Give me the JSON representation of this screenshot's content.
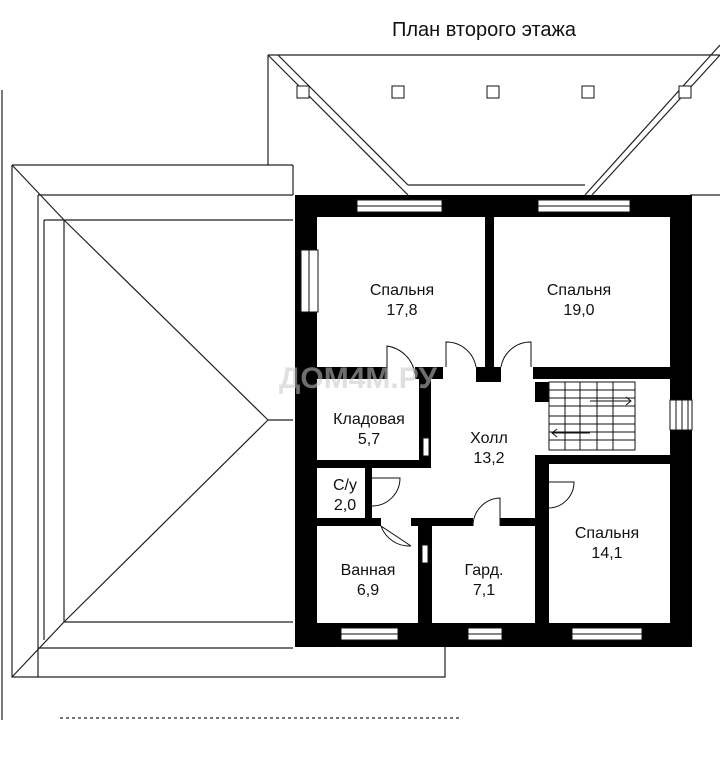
{
  "title": "План второго этажа",
  "watermark": "ДОМ4М.РУ",
  "rooms": [
    {
      "name": "Спальня",
      "area": "17,8"
    },
    {
      "name": "Спальня",
      "area": "19,0"
    },
    {
      "name": "Кладовая",
      "area": "5,7"
    },
    {
      "name": "Холл",
      "area": "13,2"
    },
    {
      "name": "С/у",
      "area": "2,0"
    },
    {
      "name": "Ванная",
      "area": "6,9"
    },
    {
      "name": "Гард.",
      "area": "7,1"
    },
    {
      "name": "Спальня",
      "area": "14,1"
    }
  ]
}
